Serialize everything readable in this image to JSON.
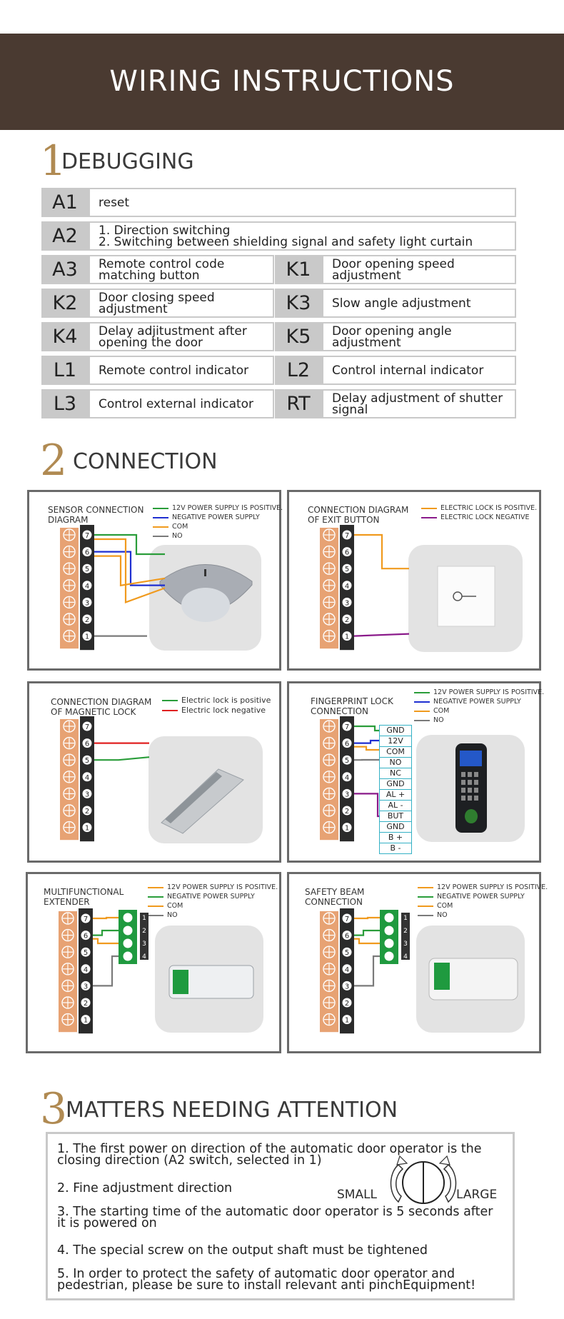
{
  "banner": {
    "title": "WIRING INSTRUCTIONS"
  },
  "sections": [
    {
      "num": "1",
      "title": "DEBUGGING"
    },
    {
      "num": "2",
      "title": "CONNECTION"
    },
    {
      "num": "3",
      "title": "MATTERS NEEDING ATTENTION"
    }
  ],
  "debug_rows": [
    {
      "cells": [
        {
          "code": "A1",
          "lines": [
            "reset"
          ]
        }
      ]
    },
    {
      "cells": [
        {
          "code": "A2",
          "lines": [
            "1. Direction switching",
            "2. Switching between shielding signal and safety light curtain"
          ]
        }
      ]
    },
    {
      "cells": [
        {
          "code": "A3",
          "lines": [
            "Remote control code",
            "matching button"
          ]
        },
        {
          "code": "K1",
          "lines": [
            "Door opening speed",
            "adjustment"
          ]
        }
      ]
    },
    {
      "cells": [
        {
          "code": "K2",
          "lines": [
            "Door closing speed",
            "adjustment"
          ]
        },
        {
          "code": "K3",
          "lines": [
            "Slow angle adjustment"
          ]
        }
      ]
    },
    {
      "cells": [
        {
          "code": "K4",
          "lines": [
            "Delay adjitustment after",
            "opening the door"
          ]
        },
        {
          "code": "K5",
          "lines": [
            "Door opening angle",
            "adjustment"
          ]
        }
      ]
    },
    {
      "cells": [
        {
          "code": "L1",
          "lines": [
            "Remote control indicator"
          ]
        },
        {
          "code": "L2",
          "lines": [
            "Control internal indicator"
          ]
        }
      ]
    },
    {
      "cells": [
        {
          "code": "L3",
          "lines": [
            "Control external indicator"
          ]
        },
        {
          "code": "RT",
          "lines": [
            "Delay adjustment of shutter",
            "signal"
          ]
        }
      ]
    }
  ],
  "terminal_numbers": [
    "7",
    "6",
    "5",
    "4",
    "3",
    "2",
    "1"
  ],
  "colors": {
    "banner": "#4a3a31",
    "accent_number": "#b08a52",
    "terminal_block": "#e7a273",
    "terminal_dark": "#2b2b2b",
    "green": "#2a9d3a",
    "blue": "#1f2fd1",
    "orange": "#f09a1e",
    "gray": "#7a7a7a",
    "red": "#e02020",
    "purple": "#8a1a8a",
    "module_green": "#1f9a3f",
    "table_cyan": "#34b1c5"
  },
  "panels": [
    {
      "id": "sensor",
      "title_lines": [
        "SENSOR CONNECTION",
        "DIAGRAM"
      ],
      "legend": [
        {
          "label": "12V POWER SUPPLY IS POSITIVE.",
          "color": "green"
        },
        {
          "label": "NEGATIVE POWER SUPPLY",
          "color": "blue"
        },
        {
          "label": "COM",
          "color": "orange"
        },
        {
          "label": "NO",
          "color": "gray"
        }
      ],
      "device": "motion-sensor"
    },
    {
      "id": "exit-button",
      "title_lines": [
        "CONNECTION DIAGRAM",
        "OF EXIT BUTTON"
      ],
      "legend": [
        {
          "label": "ELECTRIC LOCK IS POSITIVE.",
          "color": "orange"
        },
        {
          "label": "ELECTRIC LOCK NEGATIVE",
          "color": "purple"
        }
      ],
      "device": "exit-button"
    },
    {
      "id": "magnetic-lock",
      "title_lines": [
        "CONNECTION DIAGRAM",
        "OF MAGNETIC LOCK"
      ],
      "legend": [
        {
          "label": "Electric lock is positive",
          "color": "green"
        },
        {
          "label": "Electric lock negative",
          "color": "red"
        }
      ],
      "device": "magnetic-lock"
    },
    {
      "id": "fingerprint-lock",
      "title_lines": [
        "FINGERPRINT LOCK",
        "CONNECTION"
      ],
      "legend": [
        {
          "label": "12V POWER SUPPLY IS POSITIVE.",
          "color": "green"
        },
        {
          "label": "NEGATIVE POWER SUPPLY",
          "color": "blue"
        },
        {
          "label": "COM",
          "color": "orange"
        },
        {
          "label": "NO",
          "color": "gray"
        }
      ],
      "signals": [
        "GND",
        "12V",
        "COM",
        "NO",
        "NC",
        "GND",
        "AL +",
        "AL -",
        "BUT",
        "GND",
        "B +",
        "B -"
      ],
      "device": "fingerprint-reader"
    },
    {
      "id": "extender",
      "title_lines": [
        "MULTIFUNCTIONAL",
        "EXTENDER"
      ],
      "legend": [
        {
          "label": "12V POWER SUPPLY IS POSITIVE.",
          "color": "orange"
        },
        {
          "label": "NEGATIVE POWER SUPPLY",
          "color": "green"
        },
        {
          "label": "COM",
          "color": "orange"
        },
        {
          "label": "NO",
          "color": "gray"
        }
      ],
      "module_numbers": [
        "1",
        "2",
        "3",
        "4"
      ],
      "device": "extender-module"
    },
    {
      "id": "safety-beam",
      "title_lines": [
        "SAFETY BEAM",
        "CONNECTION"
      ],
      "legend": [
        {
          "label": "12V POWER SUPPLY IS POSITIVE.",
          "color": "orange"
        },
        {
          "label": "NEGATIVE POWER SUPPLY",
          "color": "green"
        },
        {
          "label": "COM",
          "color": "orange"
        },
        {
          "label": "NO",
          "color": "gray"
        }
      ],
      "module_numbers": [
        "1",
        "2",
        "3",
        "4"
      ],
      "device": "safety-beam-module"
    }
  ],
  "attention": {
    "items": [
      [
        "1. The first power on direction of the automatic door operator is the",
        "closing direction (A2 switch, selected in 1)"
      ],
      [
        "2. Fine adjustment direction"
      ],
      [
        "3. The starting time of the automatic door operator is 5 seconds after",
        " it is powered on"
      ],
      [
        "4. The special screw on the output shaft must be tightened"
      ],
      [
        "5. In order to protect the safety of automatic door operator and",
        "pedestrian, please be sure to install relevant anti pinchEquipment!"
      ]
    ],
    "knob": {
      "left_label": "SMALL",
      "right_label": "LARGE"
    }
  }
}
